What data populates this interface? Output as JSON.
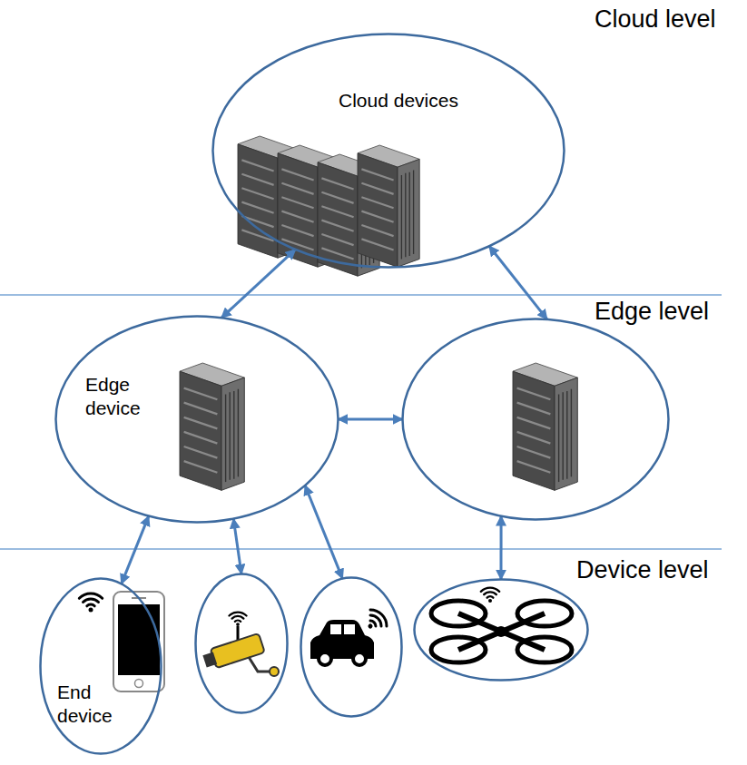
{
  "diagram": {
    "nodes": [
      {
        "text": [
          "Cloud devices"
        ]
      },
      {
        "text": [
          "Edge device"
        ]
      },
      {
        "text": []
      },
      {
        "text": [
          "End device"
        ]
      },
      {
        "text": []
      },
      {
        "text": []
      },
      {
        "text": []
      }
    ],
    "edges": [
      {
        "from": 0,
        "to": 1,
        "arrow": "both"
      },
      {
        "from": 0,
        "to": 2,
        "arrow": "both"
      },
      {
        "from": 1,
        "to": 2,
        "arrow": "both"
      },
      {
        "from": 1,
        "to": 3,
        "arrow": "both"
      },
      {
        "from": 1,
        "to": 4,
        "arrow": "both"
      },
      {
        "from": 1,
        "to": 5,
        "arrow": "both"
      },
      {
        "from": 2,
        "to": 6,
        "arrow": "both"
      }
    ],
    "labels": [
      "Cloud level",
      "Edge level",
      "Device level"
    ]
  }
}
